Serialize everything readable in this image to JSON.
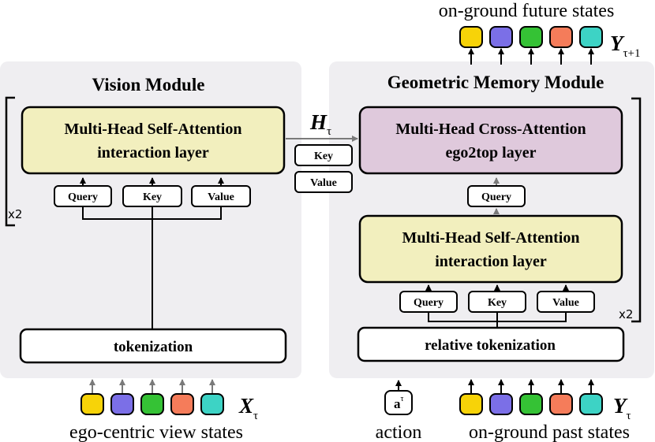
{
  "vision_module": {
    "title": "Vision Module",
    "attention_line1": "Multi-Head Self-Attention",
    "attention_line2": "interaction layer",
    "query": "Query",
    "key": "Key",
    "value": "Value",
    "repeat": "x2",
    "tokenization": "tokenization"
  },
  "bridge": {
    "symbol": "H",
    "subscript": "τ",
    "key": "Key",
    "value": "Value"
  },
  "memory_module": {
    "title": "Geometric Memory Module",
    "cross_line1": "Multi-Head Cross-Attention",
    "cross_line2": "ego2top layer",
    "cross_query": "Query",
    "self_line1": "Multi-Head Self-Attention",
    "self_line2": "interaction layer",
    "query": "Query",
    "key": "Key",
    "value": "Value",
    "repeat": "x2",
    "tokenization": "relative tokenization"
  },
  "inputs": {
    "ego_caption": "ego-centric view states",
    "x_symbol": "X",
    "x_subscript": "τ",
    "action_symbol": "a",
    "action_superscript": "τ",
    "action_caption": "action",
    "past_caption": "on-ground past states",
    "y_symbol": "Y",
    "y_subscript": "τ"
  },
  "outputs": {
    "future_caption": "on-ground future states",
    "y_symbol": "Y",
    "y_subscript": "τ+1"
  },
  "token_colors": [
    "#f7d308",
    "#7b6fe7",
    "#35c235",
    "#f57c5a",
    "#3dd3c5"
  ]
}
